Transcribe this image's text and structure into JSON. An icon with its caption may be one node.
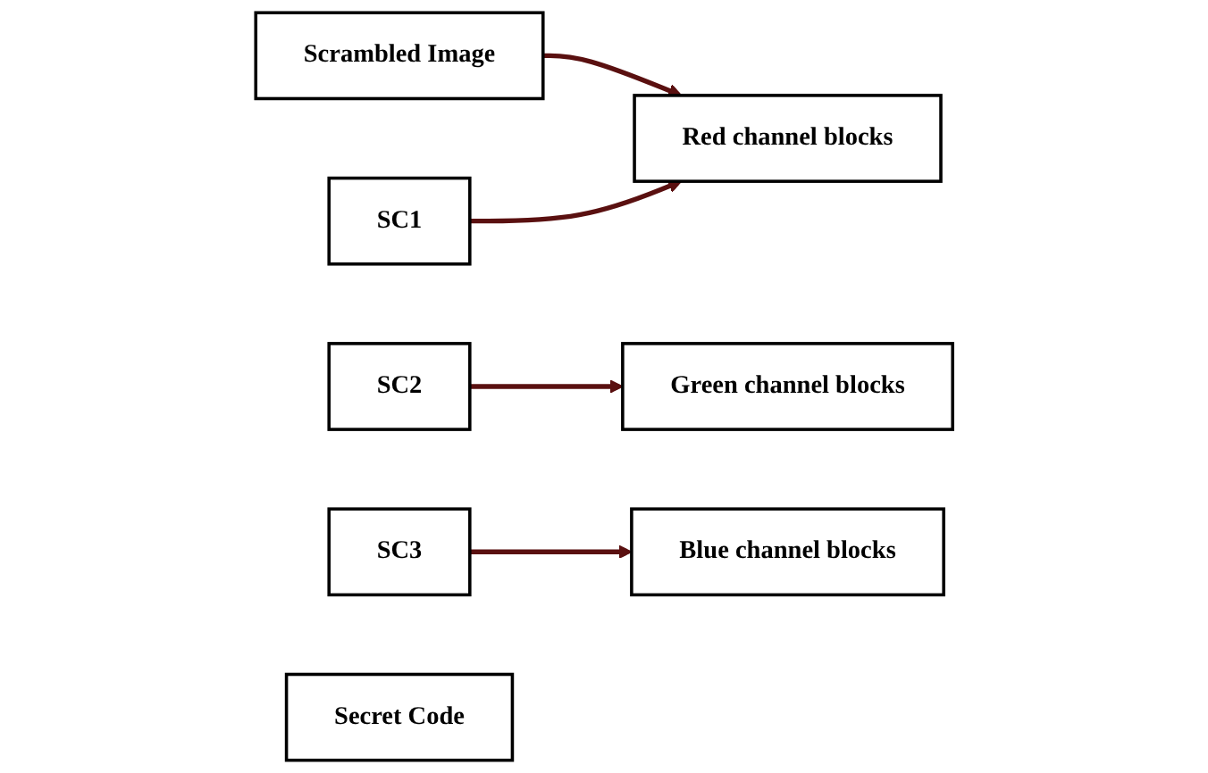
{
  "diagram": {
    "nodes": [
      {
        "text": [
          "Scrambled Image"
        ]
      },
      {
        "text": [
          "Blue channel blocks"
        ]
      },
      {
        "text": [
          "Green channel blocks"
        ]
      },
      {
        "text": [
          "Red channel blocks"
        ]
      },
      {
        "text": [
          "SC1"
        ]
      },
      {
        "text": [
          "SC2"
        ]
      },
      {
        "text": [
          "SC3"
        ]
      },
      {
        "text": [
          "Secret Code"
        ]
      }
    ],
    "edges": [
      {
        "from": 0,
        "to": 3,
        "arrow": "to"
      },
      {
        "from": 4,
        "to": 3,
        "arrow": "to"
      },
      {
        "from": 5,
        "to": 2,
        "arrow": "to"
      },
      {
        "from": 6,
        "to": 1,
        "arrow": "to"
      }
    ]
  }
}
